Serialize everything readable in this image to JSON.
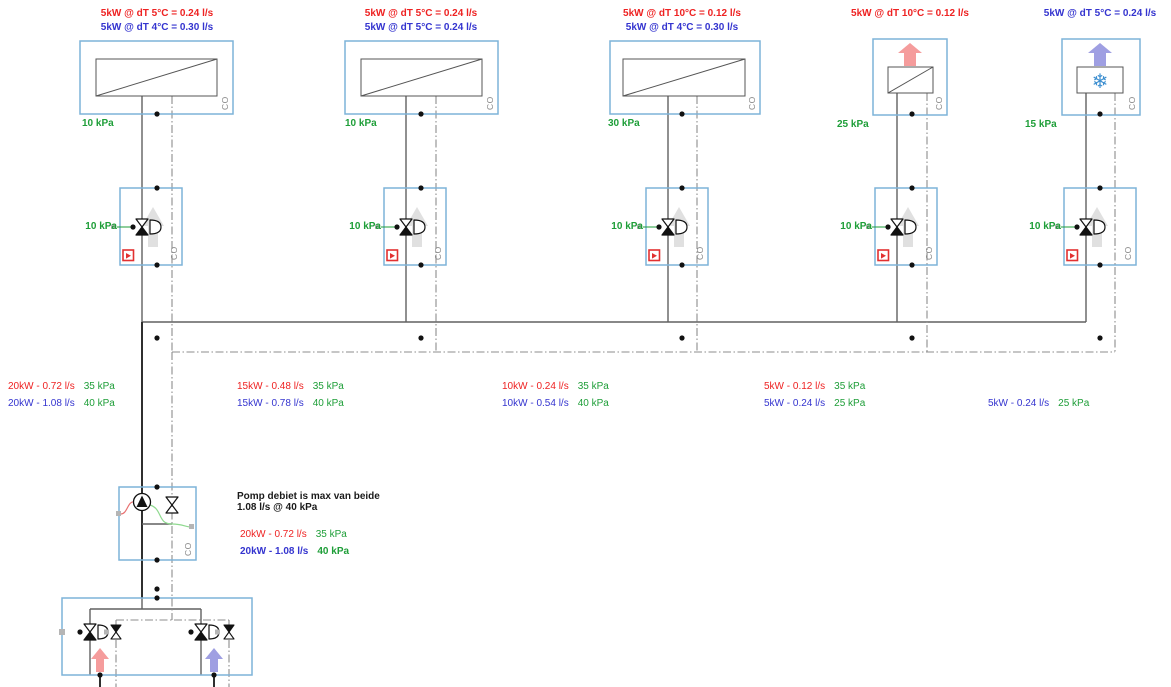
{
  "colors": {
    "heating_red": "#ee2222",
    "cooling_blue": "#3434cf",
    "pressure_green": "#1e9e38",
    "component_box_blue": "#7db3d9",
    "pipe_gray": "#606060",
    "alert_red": "#e23030"
  },
  "labels": {
    "co": "CO"
  },
  "units": [
    {
      "heating_label": "5kW @ dT 5°C = 0.24 l/s",
      "cooling_label": "5kW @ dT 4°C = 0.30 l/s",
      "pressure_label": "10 kPa",
      "valve_pressure_label": "10 kPa"
    },
    {
      "heating_label": "5kW @ dT 5°C = 0.24 l/s",
      "cooling_label": "5kW @ dT 5°C = 0.24 l/s",
      "pressure_label": "10 kPa",
      "valve_pressure_label": "10 kPa"
    },
    {
      "heating_label": "5kW @ dT 10°C = 0.12 l/s",
      "cooling_label": "5kW @ dT 4°C = 0.30 l/s",
      "pressure_label": "30 kPa",
      "valve_pressure_label": "10 kPa"
    },
    {
      "heating_label": "5kW @ dT 10°C = 0.12 l/s",
      "pressure_label": "25 kPa",
      "valve_pressure_label": "10 kPa"
    },
    {
      "cooling_label": "5kW @ dT 5°C = 0.24 l/s",
      "pressure_label": "15 kPa",
      "valve_pressure_label": "10 kPa"
    }
  ],
  "trunk_labels": [
    {
      "heating_flow": "20kW - 0.72 l/s",
      "heating_kpa": "35 kPa",
      "cooling_flow": "20kW - 1.08 l/s",
      "cooling_kpa": "40 kPa"
    },
    {
      "heating_flow": "15kW - 0.48 l/s",
      "heating_kpa": "35 kPa",
      "cooling_flow": "15kW - 0.78 l/s",
      "cooling_kpa": "40 kPa"
    },
    {
      "heating_flow": "10kW - 0.24 l/s",
      "heating_kpa": "35 kPa",
      "cooling_flow": "10kW - 0.54 l/s",
      "cooling_kpa": "40 kPa"
    },
    {
      "heating_flow": "5kW - 0.12 l/s",
      "heating_kpa": "35 kPa",
      "cooling_flow": "5kW - 0.24 l/s",
      "cooling_kpa": "25 kPa"
    },
    {
      "cooling_flow": "5kW - 0.24 l/s",
      "cooling_kpa": "25 kPa"
    }
  ],
  "pump": {
    "note_line1": "Pomp debiet is max van beide",
    "note_line2": "1.08 l/s @ 40 kPa",
    "heating_flow": "20kW - 0.72 l/s",
    "heating_kpa": "35 kPa",
    "cooling_flow": "20kW - 1.08 l/s",
    "cooling_kpa": "40 kPa"
  }
}
